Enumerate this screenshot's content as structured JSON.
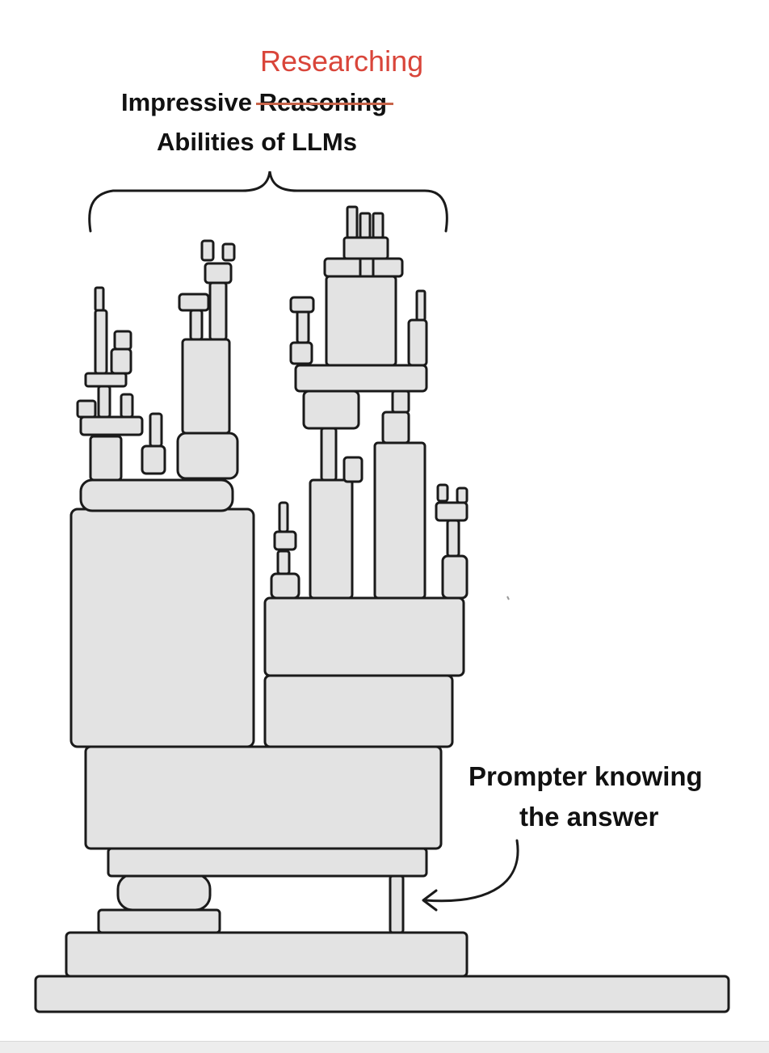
{
  "heading": {
    "correction_word": "Researching",
    "line1_prefix": "Impressive",
    "struck_word": "Reasoning",
    "line2": "Abilities of LLMs"
  },
  "annotation": {
    "line1": "Prompter knowing",
    "line2": "the answer"
  },
  "colors": {
    "correction": "#d9453a",
    "strike": "#c8644a",
    "block_fill": "#e3e3e3",
    "outline": "#1a1a1a"
  },
  "icons": {
    "brace": "curly-brace-icon",
    "arrow": "curved-arrow-icon"
  }
}
